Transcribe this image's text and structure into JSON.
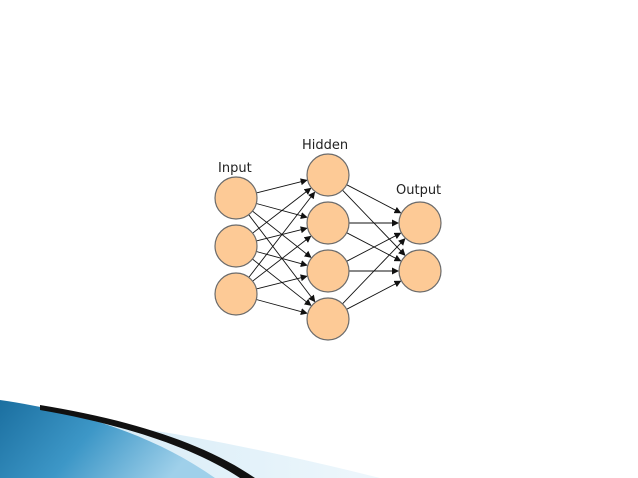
{
  "diagram": {
    "type": "neural-network",
    "layers": [
      {
        "id": "input",
        "label": "Input",
        "nodes": 3
      },
      {
        "id": "hidden",
        "label": "Hidden",
        "nodes": 4
      },
      {
        "id": "output",
        "label": "Output",
        "nodes": 2
      }
    ],
    "connections": "fully-connected",
    "colors": {
      "node_fill": "#fdca96",
      "node_stroke": "#6b6b6b",
      "edge": "#111111",
      "label": "#222222"
    }
  },
  "slide": {
    "background": "#ffffff",
    "decoration_colors": {
      "blue_dark": "#1b6fa0",
      "blue_mid": "#3d97c7",
      "blue_light": "#9fd0ea",
      "stripe_dark": "#111111"
    }
  }
}
